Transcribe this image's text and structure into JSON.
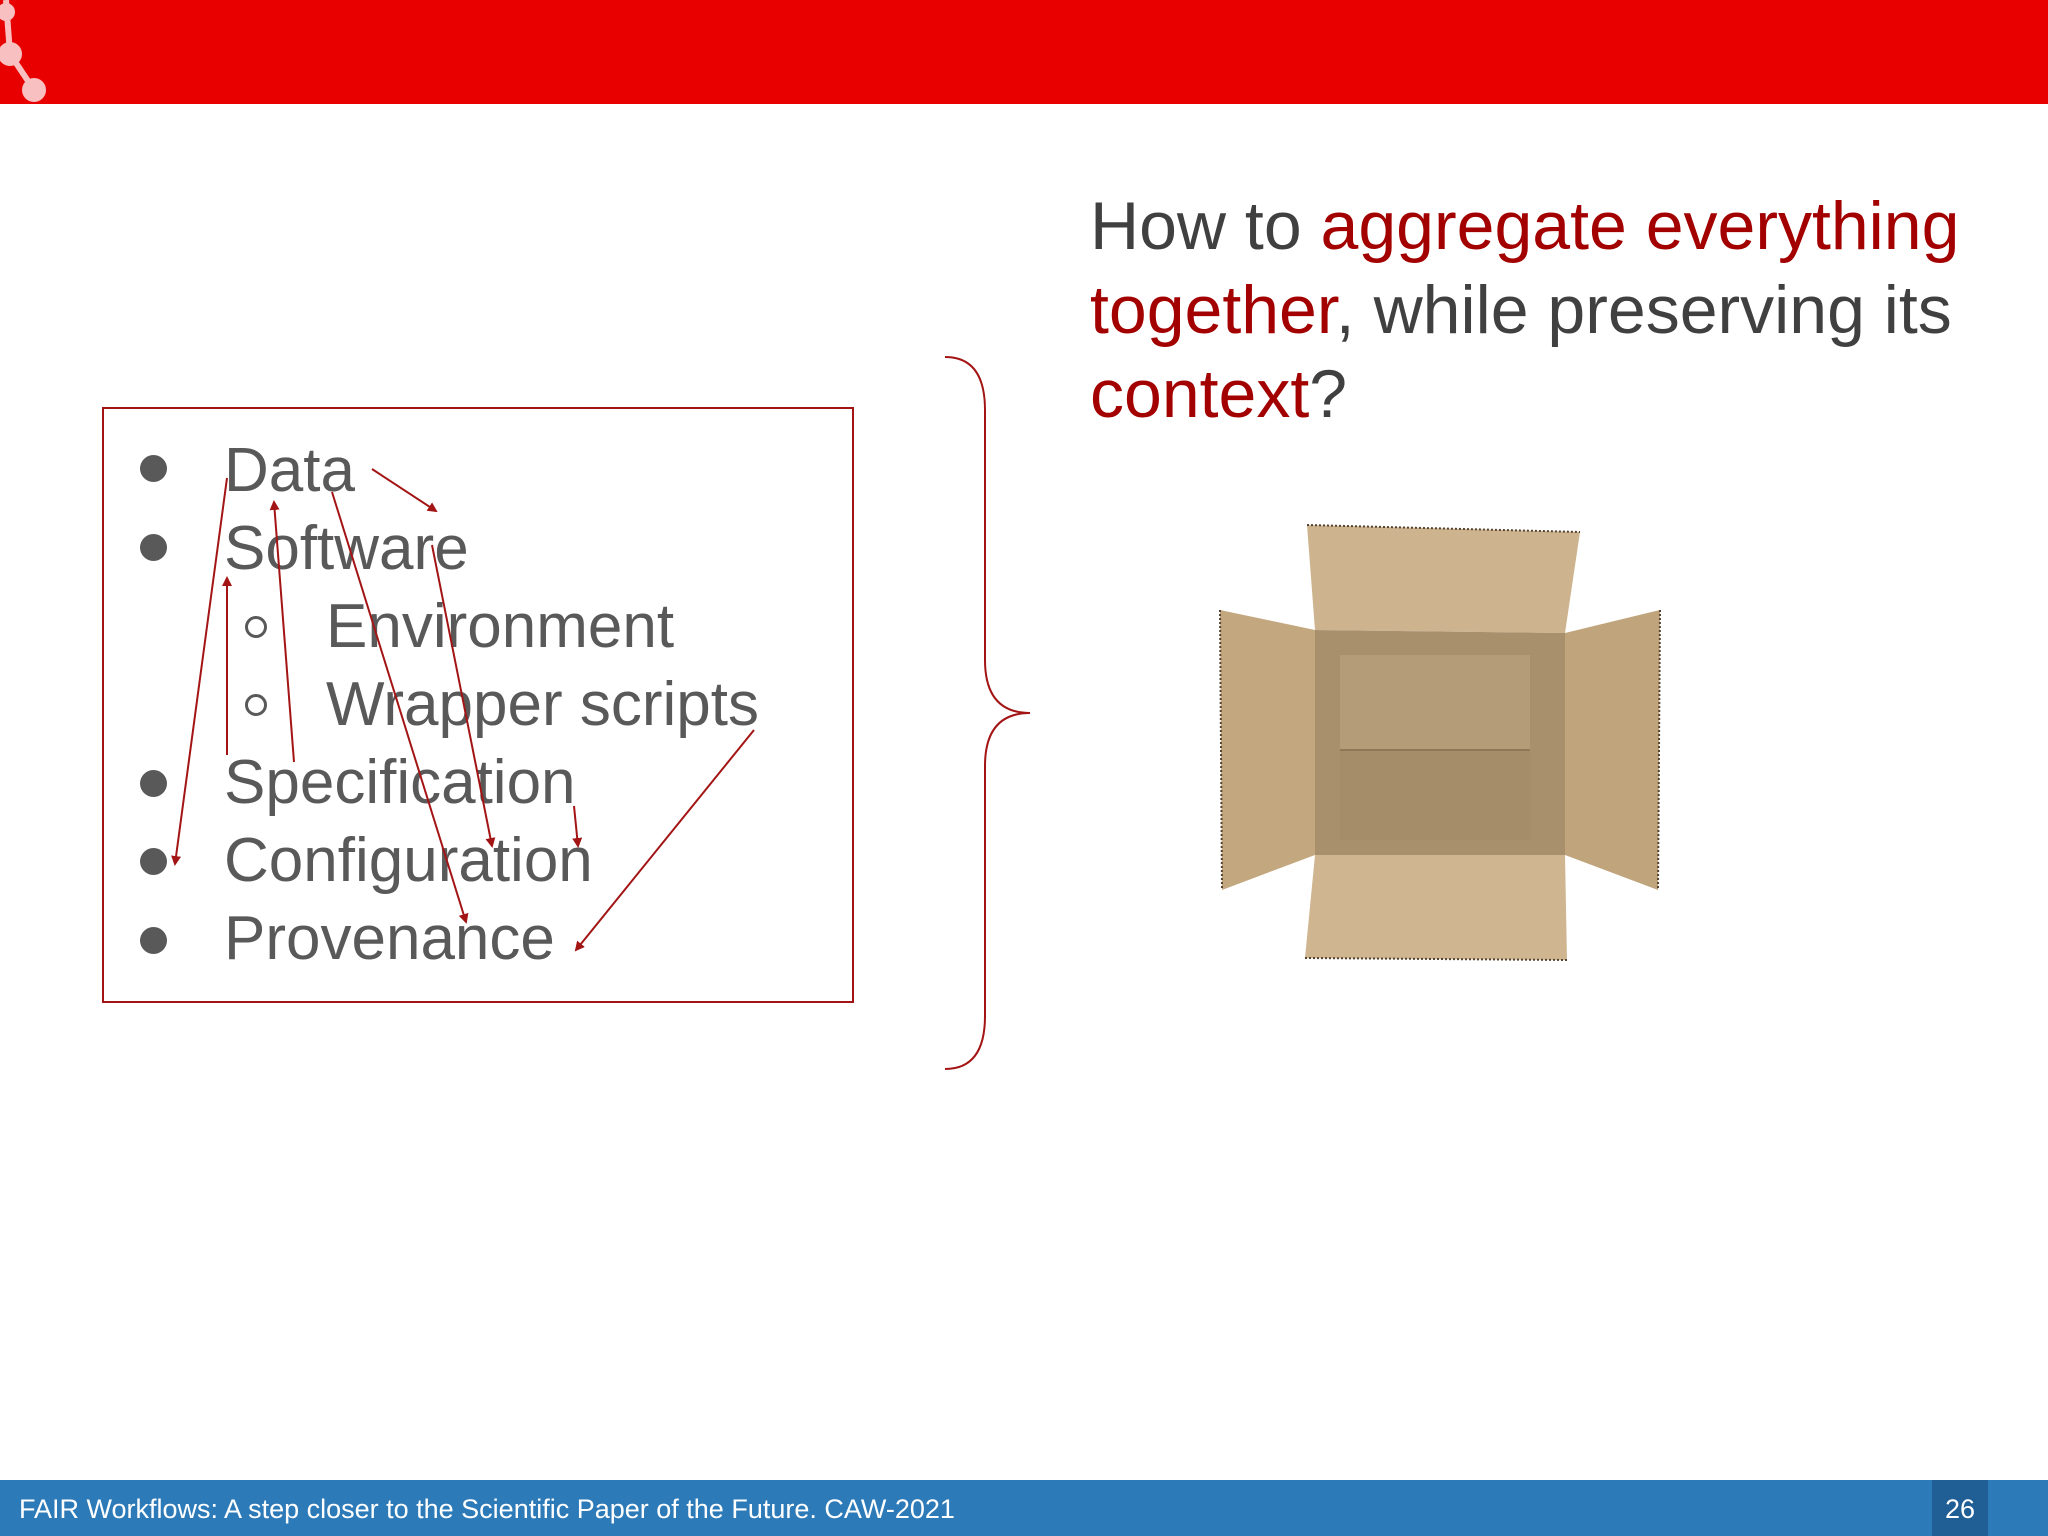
{
  "slide": {
    "list_items": [
      "Data",
      "Software",
      "Environment",
      "Wrapper scripts",
      "Specification",
      "Configuration",
      "Provenance"
    ],
    "question": {
      "part1": "How to ",
      "highlight1": "aggregate everything together",
      "part2": ", while preserving its ",
      "highlight2": "context",
      "part3": "?"
    },
    "box_image": "open-cardboard-box",
    "accent_color": "#e80000",
    "highlight_color": "#a30000"
  },
  "footer": {
    "text": "FAIR Workflows: A step closer to the Scientific Paper of the Future. CAW-2021",
    "page_number": "26"
  }
}
